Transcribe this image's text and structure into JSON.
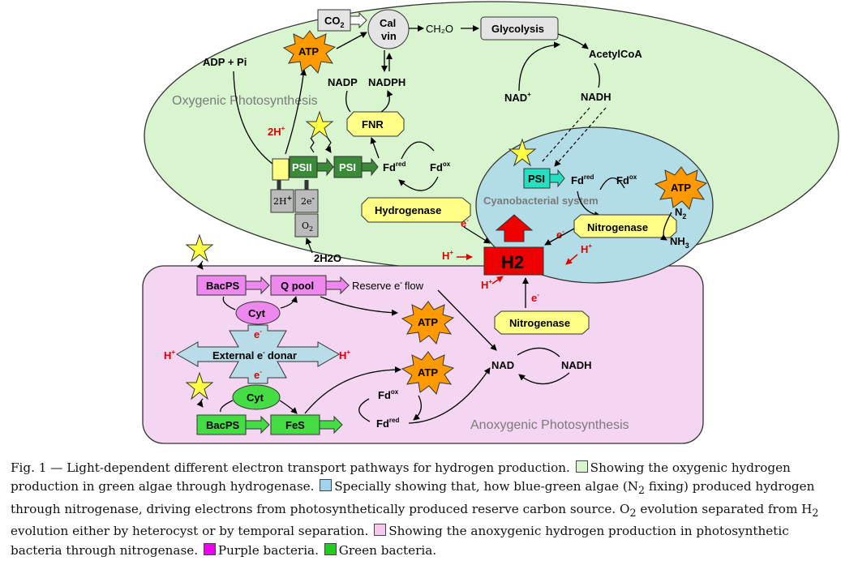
{
  "diagram": {
    "zones": {
      "oxygenic": "Oxygenic Photosynthesis",
      "cyanobacterial": "Cyanobacterial system",
      "anoxygenic": "Anoxygenic Photosynthesis"
    },
    "nodes": {
      "co2": "CO",
      "calvin_1": "Cal",
      "calvin_2": "vin",
      "ch2o": "CH₂O",
      "glycolysis": "Glycolysis",
      "acetylcoa": "AcetylCoA",
      "nad_top": "NAD",
      "nadh_top": "NADH",
      "adp_pi": "ADP + Pi",
      "atp": "ATP",
      "nadp": "NADP",
      "nadph": "NADPH",
      "fnr": "FNR",
      "h2plus": "2H",
      "psii": "PSII",
      "psi": "PSI",
      "fd_red": "Fd",
      "fd_ox": "Fd",
      "sup_red": "red",
      "sup_ox": "ox",
      "sup_plus": "+",
      "sup_minus": "-",
      "hydrogenase": "Hydrogenase",
      "box_2h": "2H",
      "box_2e": "2e",
      "box_o2": "O",
      "h2o": "2H2O",
      "cyano_psi": "PSI",
      "nitrogenase": "Nitrogenase",
      "n2": "N",
      "nh3": "NH",
      "e_minus": "e",
      "h_plus": "H",
      "h2": "H2",
      "bacps": "BacPS",
      "q_pool": "Q pool",
      "reserve_flow": "Reserve e",
      "reserve_flow_tail": "flow",
      "cyt": "Cyt",
      "external_donor": "External e",
      "external_donor_tail": "donar",
      "nad_bottom": "NAD",
      "nadh_bottom": "NADH",
      "fes": "FeS"
    },
    "colors": {
      "oxygenic_fill": "#d9f5d0",
      "cyano_fill": "#b3dde6",
      "anoxygenic_fill": "#f5d6f2",
      "purple": "#ee88ee",
      "green": "#44dd44",
      "psii_dark": "#3a8a3a",
      "yellow": "#ffff88",
      "atp_orange": "#ff9900",
      "h2_red": "#ee0000",
      "cyan_psi": "#22e0c0",
      "external_blue": "#b8dde8"
    }
  },
  "caption": {
    "fig": "Fig. 1 — ",
    "t1": "Light-dependent different electron transport pathways for hydrogen production. ",
    "t2": "Showing the oxygenic hydrogen production in green algae through hydrogenase. ",
    "t3": "Specially showing that, how blue-green algae (N",
    "t3_sub": "2",
    "t3b": " fixing) produced hydrogen through nitrogenase, driving electrons from photosynthetically produced reserve carbon source. O",
    "t3_sub2": "2",
    "t3c": " evolution separated from H",
    "t3_sub3": "2",
    "t3d": " evolution either by heterocyst or by temporal separation. ",
    "t4": "Showing the anoxygenic hydrogen production in photosynthetic bacteria through nitrogenase. ",
    "t5": "Purple bacteria. ",
    "t6": "Green bacteria."
  }
}
